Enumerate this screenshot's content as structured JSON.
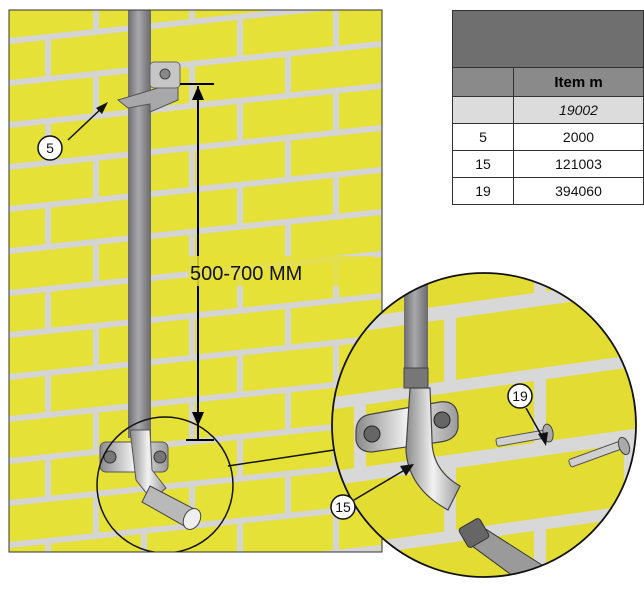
{
  "annotations": {
    "callout_left": "5",
    "callout_inset_19": "19",
    "callout_inset_15": "15",
    "dimension": "500-700 MM"
  },
  "table": {
    "header": "Item m",
    "subrow": "19002",
    "rows": [
      {
        "pos": "5",
        "item": "2000"
      },
      {
        "pos": "15",
        "item": "121003"
      },
      {
        "pos": "19",
        "item": "394060"
      }
    ]
  },
  "colors": {
    "brick": "#e6e136",
    "mortar": "#d4d4d4",
    "pipe": "#8e8e90",
    "table_header": "#6f6f6f"
  }
}
